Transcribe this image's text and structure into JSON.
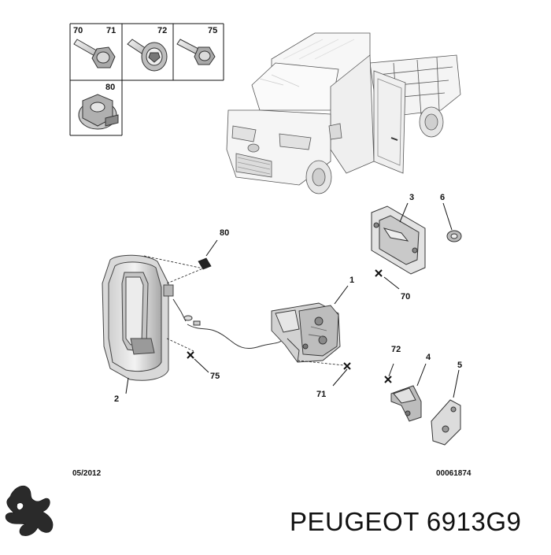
{
  "legend": {
    "boxes": [
      {
        "label": "70"
      },
      {
        "label": "71"
      },
      {
        "label": "72"
      },
      {
        "label": "75"
      },
      {
        "label": "80"
      }
    ]
  },
  "callouts": {
    "c80": "80",
    "c1": "1",
    "c2": "2",
    "c3": "3",
    "c6": "6",
    "c70": "70",
    "c75": "75",
    "c71": "71",
    "c72": "72",
    "c4": "4",
    "c5": "5"
  },
  "footer": {
    "date": "05/2012",
    "ref": "00061874"
  },
  "brand": {
    "text": "PEUGEOT 6913G9"
  },
  "icons": [
    "peugeot-lion-logo-icon",
    "bolt-icon",
    "screw-icon",
    "nut-icon",
    "van-icon",
    "door-handle-icon",
    "lock-icon"
  ]
}
